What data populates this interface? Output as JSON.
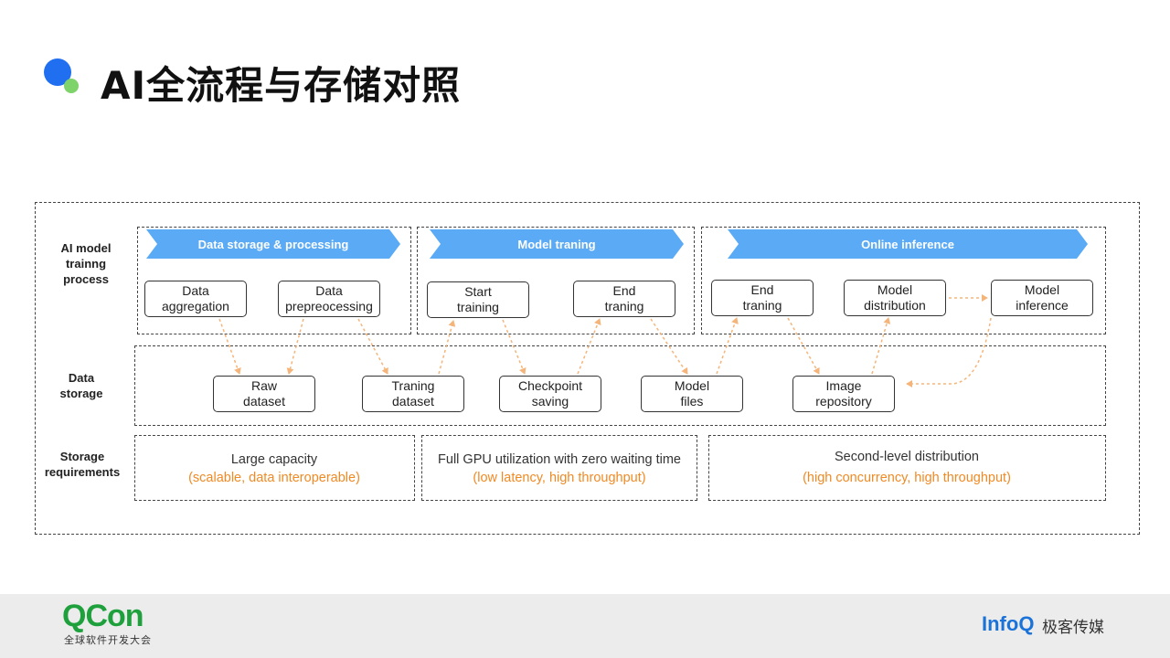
{
  "title": "AI全流程与存储对照",
  "row_labels": {
    "process": "AI model\ntrainng\nprocess",
    "storage": "Data\nstorage",
    "requirements": "Storage\nrequirements"
  },
  "stages": [
    {
      "label": "Data storage & processing"
    },
    {
      "label": "Model traning"
    },
    {
      "label": "Online inference"
    }
  ],
  "process_boxes": [
    "Data\naggregation",
    "Data\nprepreocessing",
    "Start\ntraining",
    "End\ntraning",
    "End\ntraning",
    "Model\ndistribution",
    "Model\ninference"
  ],
  "storage_boxes": [
    "Raw\ndataset",
    "Traning\ndataset",
    "Checkpoint\nsaving",
    "Model\nfiles",
    "Image\nrepository"
  ],
  "requirements": [
    {
      "main": "Large capacity",
      "sub": "(scalable, data interoperable)"
    },
    {
      "main": "Full GPU utilization with zero waiting time",
      "sub": "(low latency, high throughput)"
    },
    {
      "main": "Second-level distribution",
      "sub": "(high concurrency, high throughput)"
    }
  ],
  "footer": {
    "qcon_logo": "QCon",
    "qcon_subtitle": "全球软件开发大会",
    "infoq_logo": "InfoQ",
    "infoq_subtitle": "极客传媒"
  },
  "colors": {
    "banner": "#5aaaf6",
    "arrow": "#f5b57a",
    "requirement_sub": "#f08a24",
    "title_dot_blue": "#1f6ff0",
    "title_dot_green": "#7ed36a"
  }
}
